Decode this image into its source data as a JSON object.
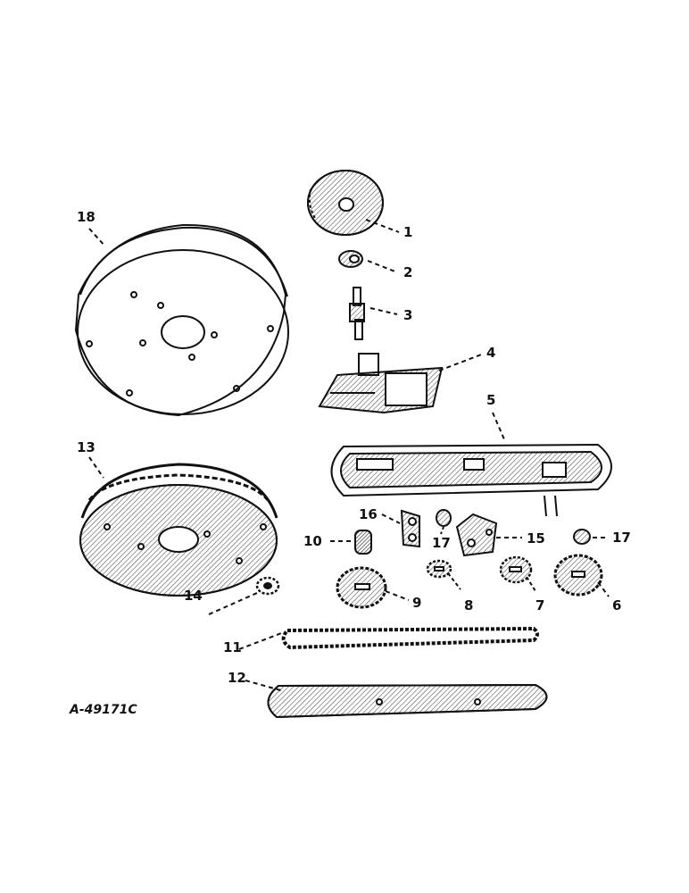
{
  "drawing_code": "A-49171C",
  "callouts": {
    "c1": "1",
    "c2": "2",
    "c3": "3",
    "c4": "4",
    "c5": "5",
    "c6": "6",
    "c7": "7",
    "c8": "8",
    "c9": "9",
    "c10": "10",
    "c11": "11",
    "c12": "12",
    "c13": "13",
    "c14": "14",
    "c15": "15",
    "c16": "16",
    "c17a": "17",
    "c17b": "17",
    "c18": "18"
  },
  "colors": {
    "ink": "#111111",
    "hatch": "#555555",
    "paper": "#ffffff"
  }
}
